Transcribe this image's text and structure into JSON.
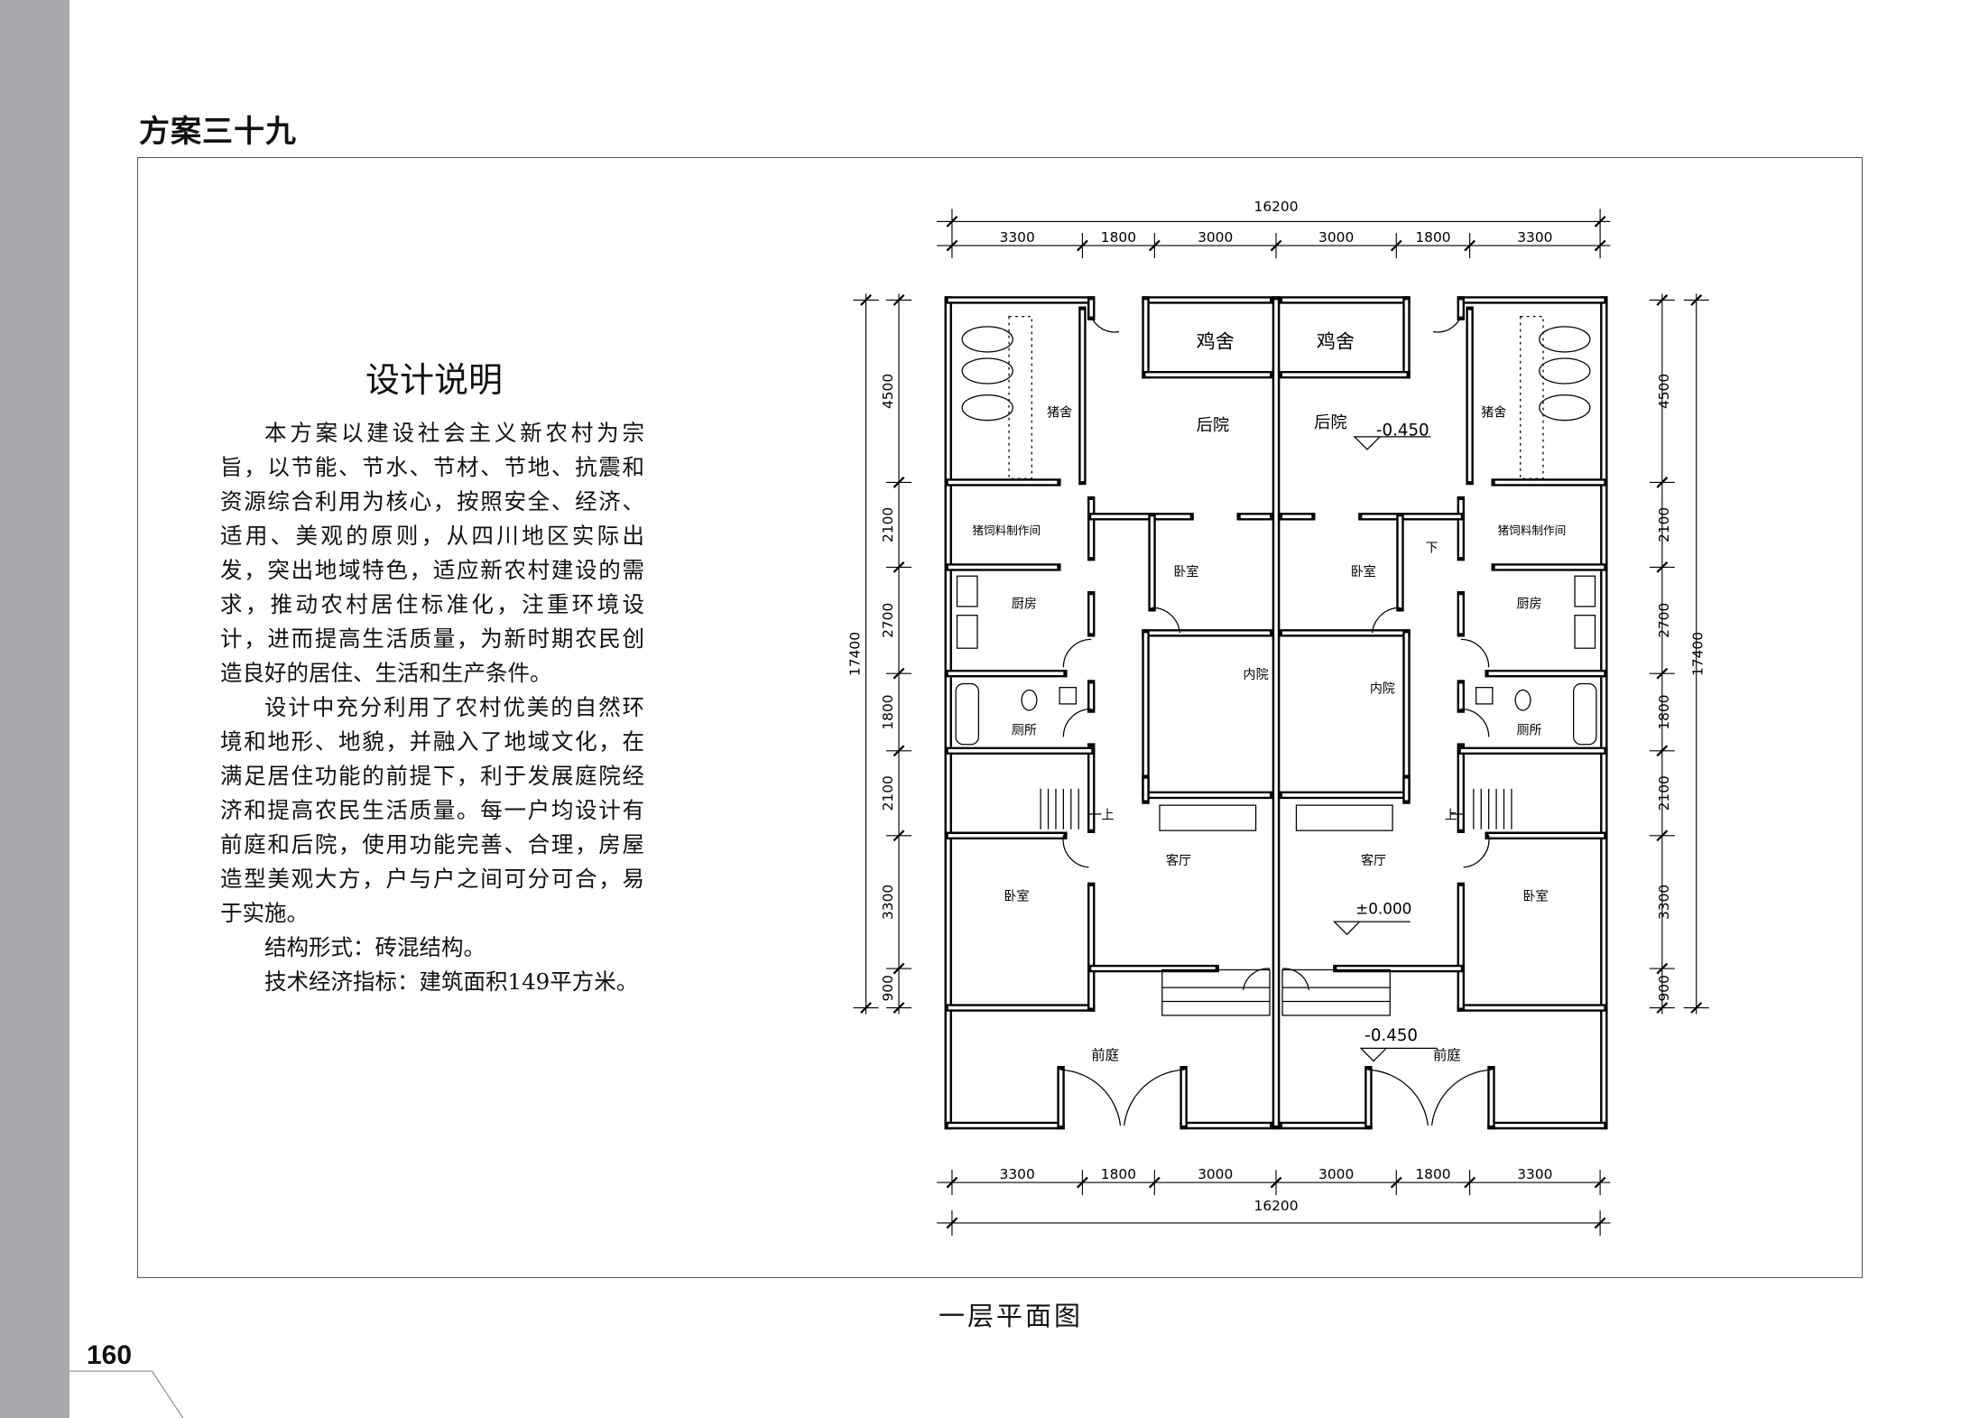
{
  "page": {
    "scheme_title": "方案三十九",
    "page_number": "160",
    "caption": "一层平面图"
  },
  "description": {
    "title": "设计说明",
    "paragraphs": [
      {
        "indent": true,
        "lines": [
          "本方案以建设社会主义新农村为宗",
          "旨，以节能、节水、节材、节地、抗震和",
          "资源综合利用为核心，按照安全、经济、",
          "适用、美观的原则，从四川地区实际出",
          "发，突出地域特色，适应新农村建设的需",
          "求，推动农村居住标准化，注重环境设",
          "计，进而提高生活质量，为新时期农民创",
          "造良好的居住、生活和生产条件。"
        ]
      },
      {
        "indent": true,
        "lines": [
          "设计中充分利用了农村优美的自然环",
          "境和地形、地貌，并融入了地域文化，在",
          "满足居住功能的前提下，利于发展庭院经",
          "济和提高农民生活质量。每一户均设计有",
          "前庭和后院，使用功能完善、合理，房屋",
          "造型美观大方，户与户之间可分可合，易",
          "于实施。"
        ]
      },
      {
        "indent": true,
        "lines": [
          "结构形式：砖混结构。"
        ]
      },
      {
        "indent": true,
        "lines": [
          "技术经济指标：建筑面积149平方米。"
        ]
      }
    ]
  },
  "plan": {
    "dims_top_total": "16200",
    "dims_top": [
      "3300",
      "1800",
      "3000",
      "3000",
      "1800",
      "3300"
    ],
    "dims_bottom": [
      "3300",
      "1800",
      "3000",
      "3000",
      "1800",
      "3300"
    ],
    "dims_bottom_total": "16200",
    "dims_left_total": "17400",
    "dims_left": [
      "4500",
      "2100",
      "2700",
      "1800",
      "2100",
      "3300",
      "900"
    ],
    "dims_right": [
      "4500",
      "2100",
      "2700",
      "1800",
      "2100",
      "3300",
      "900"
    ],
    "dims_right_total": "17400",
    "rooms": {
      "chicken_l": "鸡舍",
      "chicken_r": "鸡舍",
      "backyard_l": "后院",
      "backyard_r": "后院",
      "level_back": "-0.450",
      "pig_l": "猪舍",
      "pig_r": "猪舍",
      "feed_l": "猪饲料制作间",
      "feed_r": "猪饲料制作间",
      "bed_up_l": "卧室",
      "bed_up_r": "卧室",
      "down": "下",
      "kitchen_l": "厨房",
      "kitchen_r": "厨房",
      "inner_l": "内院",
      "inner_r": "内院",
      "toilet_l": "厕所",
      "toilet_r": "厕所",
      "up_l": "上",
      "up_r": "上",
      "living_l": "客厅",
      "living_r": "客厅",
      "bed_lo_l": "卧室",
      "bed_lo_r": "卧室",
      "level_living": "±0.000",
      "front_l": "前庭",
      "front_r": "前庭",
      "level_front": "-0.450"
    }
  }
}
